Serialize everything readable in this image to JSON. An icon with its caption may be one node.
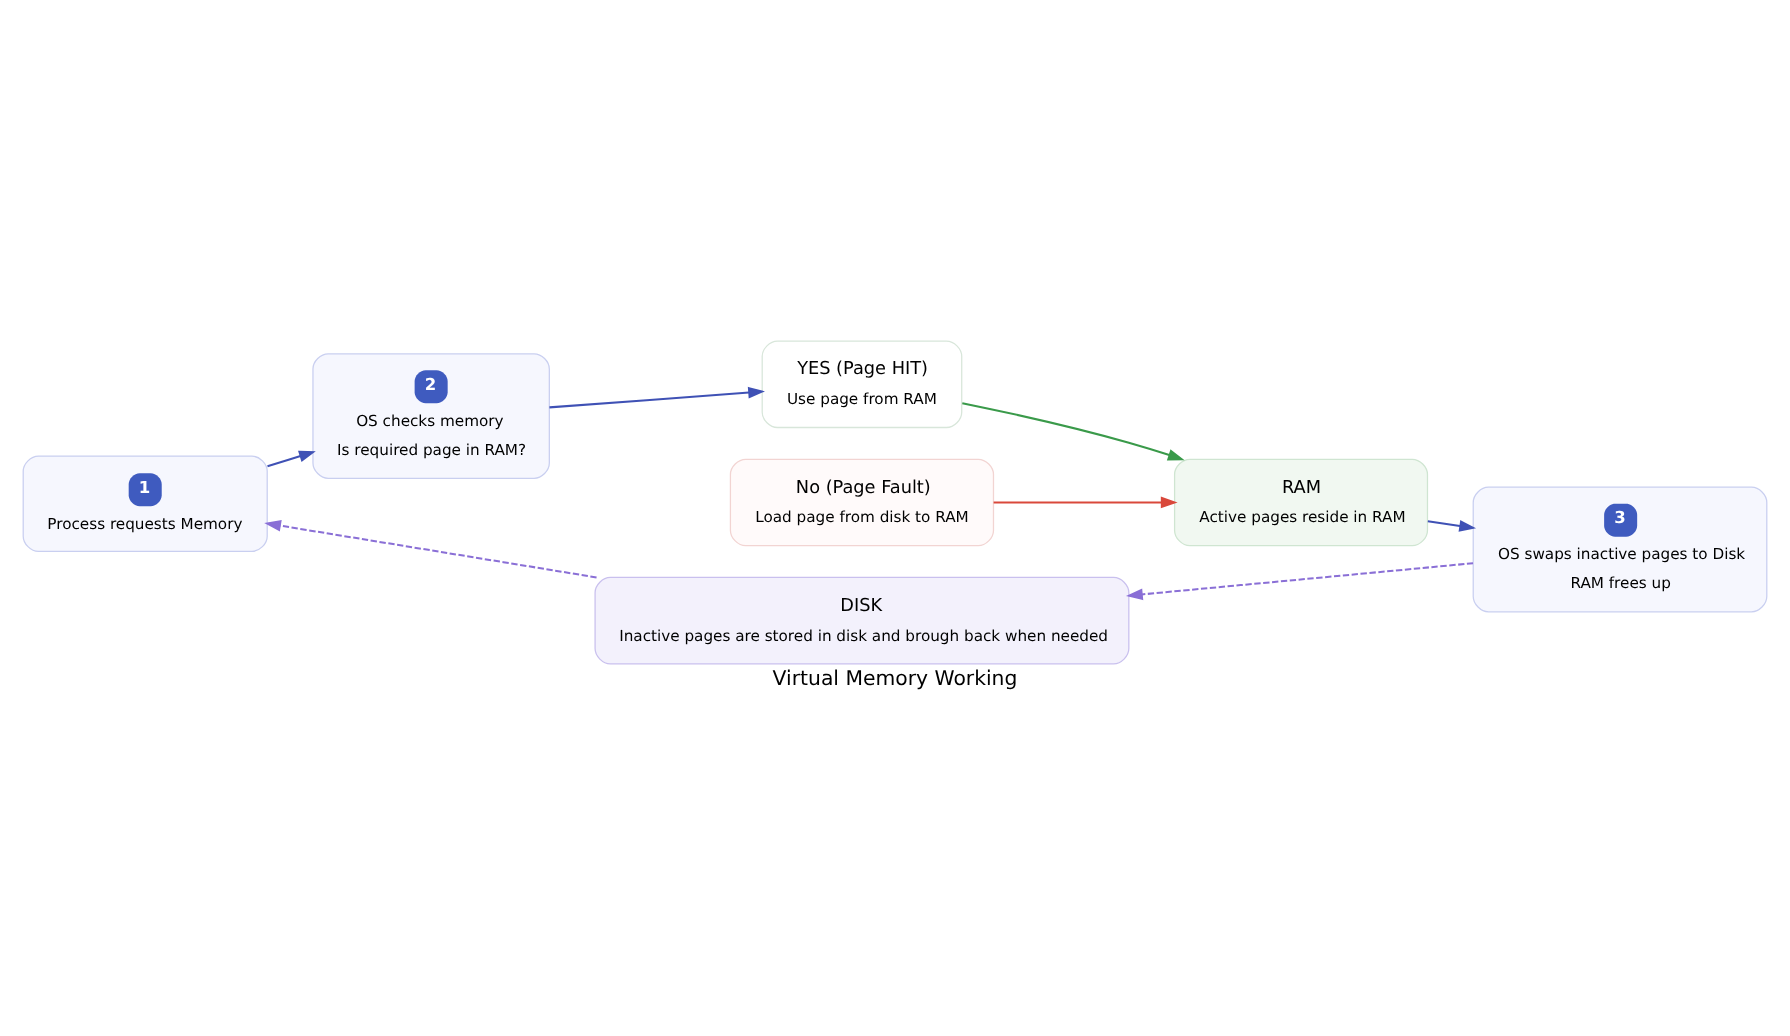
{
  "diagram": {
    "caption": "Virtual Memory Working",
    "nodes": [
      {
        "text": [
          "1",
          "Process requests Memory"
        ]
      },
      {
        "text": [
          "2",
          "OS checks memory",
          "Is required page in RAM?"
        ]
      },
      {
        "text": [
          "YES (Page HIT)",
          "Use page from RAM"
        ]
      },
      {
        "text": [
          "No (Page Fault)",
          "Load page from disk to RAM"
        ]
      },
      {
        "text": [
          "RAM",
          "Active pages reside in RAM"
        ]
      },
      {
        "text": [
          "3",
          "OS swaps inactive pages to Disk",
          "RAM frees up"
        ]
      },
      {
        "text": [
          "DISK",
          "Inactive pages are stored in disk and brough back when needed"
        ]
      }
    ],
    "edges": [
      {
        "from": 0,
        "to": 1,
        "arrow": "to"
      },
      {
        "from": 1,
        "to": 2,
        "arrow": "to"
      },
      {
        "from": 2,
        "to": 4,
        "arrow": "to",
        "color": "#3a9a4a"
      },
      {
        "from": 3,
        "to": 4,
        "arrow": "to",
        "color": "#d9483b"
      },
      {
        "from": 4,
        "to": 5,
        "arrow": "to"
      },
      {
        "from": 5,
        "to": 6,
        "arrow": "to",
        "style": "dashed",
        "color": "#8a6fd6"
      },
      {
        "from": 6,
        "to": 0,
        "arrow": "to",
        "style": "dashed",
        "color": "#8a6fd6"
      }
    ]
  }
}
